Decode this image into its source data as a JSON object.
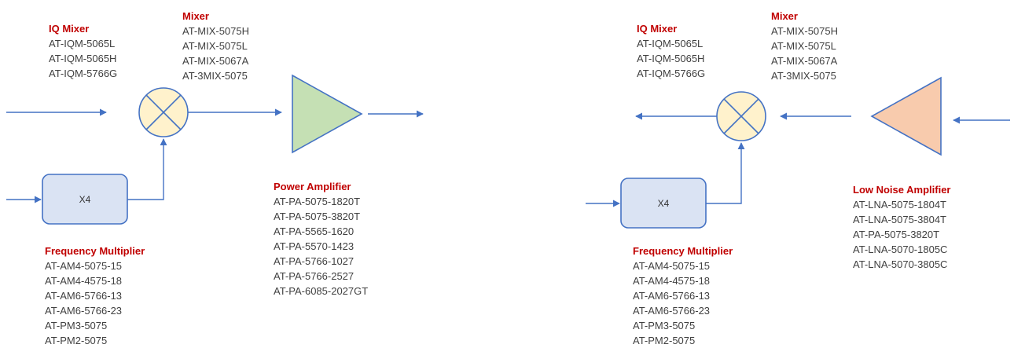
{
  "colors": {
    "line": "#4472c4",
    "mixer_fill": "#fff2cc",
    "multiplier_fill": "#dae3f3",
    "power_amp_fill": "#c5e0b4",
    "lna_fill": "#f8cbad",
    "title": "#c00000",
    "text": "#404040"
  },
  "tx_chain": {
    "iq_mixer": {
      "title": "IQ Mixer",
      "parts": [
        "AT-IQM-5065L",
        "AT-IQM-5065H",
        "AT-IQM-5766G"
      ]
    },
    "mixer": {
      "title": "Mixer",
      "parts": [
        "AT-MIX-5075H",
        "AT-MIX-5075L",
        "AT-MIX-5067A",
        "AT-3MIX-5075"
      ]
    },
    "multiplier_block_label": "X4",
    "frequency_multiplier": {
      "title": "Frequency Multiplier",
      "parts": [
        "AT-AM4-5075-15",
        "AT-AM4-4575-18",
        "AT-AM6-5766-13",
        "AT-AM6-5766-23",
        "AT-PM3-5075",
        "AT-PM2-5075"
      ]
    },
    "power_amplifier": {
      "title": "Power Amplifier",
      "parts": [
        "AT-PA-5075-1820T",
        "AT-PA-5075-3820T",
        "AT-PA-5565-1620",
        "AT-PA-5570-1423",
        "AT-PA-5766-1027",
        "AT-PA-5766-2527",
        "AT-PA-6085-2027GT"
      ]
    }
  },
  "rx_chain": {
    "iq_mixer": {
      "title": "IQ Mixer",
      "parts": [
        "AT-IQM-5065L",
        "AT-IQM-5065H",
        "AT-IQM-5766G"
      ]
    },
    "mixer": {
      "title": "Mixer",
      "parts": [
        "AT-MIX-5075H",
        "AT-MIX-5075L",
        "AT-MIX-5067A",
        "AT-3MIX-5075"
      ]
    },
    "multiplier_block_label": "X4",
    "frequency_multiplier": {
      "title": "Frequency Multiplier",
      "parts": [
        "AT-AM4-5075-15",
        "AT-AM4-4575-18",
        "AT-AM6-5766-13",
        "AT-AM6-5766-23",
        "AT-PM3-5075",
        "AT-PM2-5075"
      ]
    },
    "low_noise_amplifier": {
      "title": "Low Noise Amplifier",
      "parts": [
        "AT-LNA-5075-1804T",
        "AT-LNA-5075-3804T",
        "AT-PA-5075-3820T",
        "AT-LNA-5070-1805C",
        "AT-LNA-5070-3805C"
      ]
    }
  }
}
